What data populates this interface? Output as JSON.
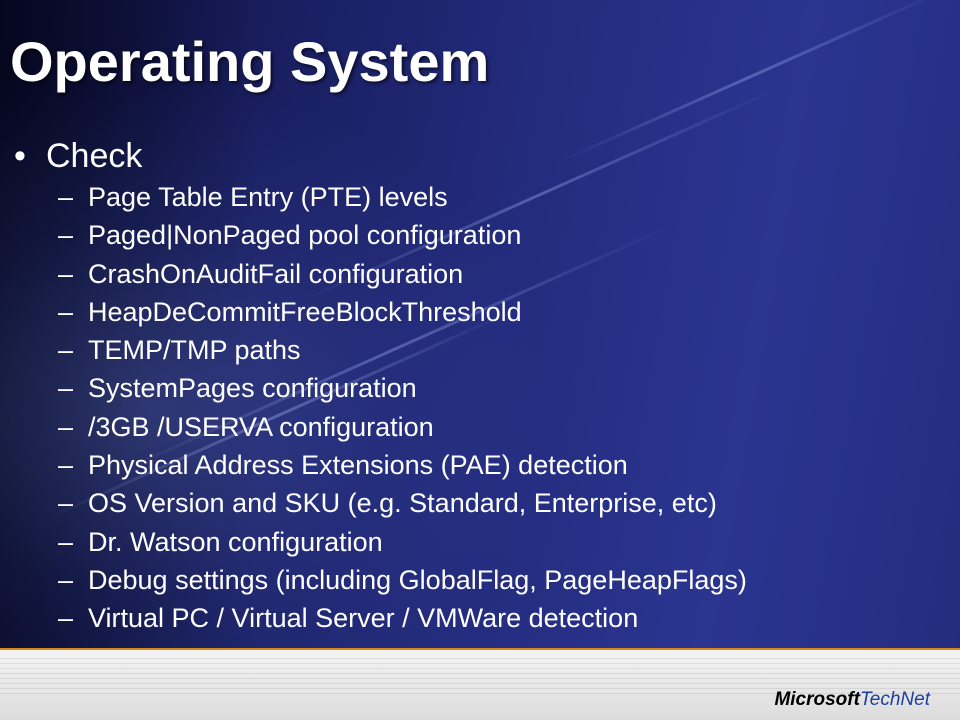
{
  "slide": {
    "title": "Operating System",
    "bullet": {
      "marker": "•",
      "label": "Check"
    },
    "sub_marker": "–",
    "items": [
      "Page Table Entry (PTE) levels",
      "Paged|NonPaged pool configuration",
      "CrashOnAuditFail configuration",
      "HeapDeCommitFreeBlockThreshold",
      "TEMP/TMP paths",
      "SystemPages configuration",
      "/3GB /USERVA configuration",
      "Physical Address Extensions (PAE) detection",
      "OS Version and SKU (e.g. Standard, Enterprise, etc)",
      "Dr. Watson configuration",
      "Debug settings (including GlobalFlag, PageHeapFlags)",
      "Virtual PC / Virtual Server / VMWare detection"
    ]
  },
  "footer": {
    "logo_microsoft": "Microsoft",
    "logo_technet": "TechNet"
  },
  "colors": {
    "background": "#232b7c",
    "text": "#ffffff",
    "accent_line": "#d9861a",
    "footer": "#e8e8e8"
  }
}
